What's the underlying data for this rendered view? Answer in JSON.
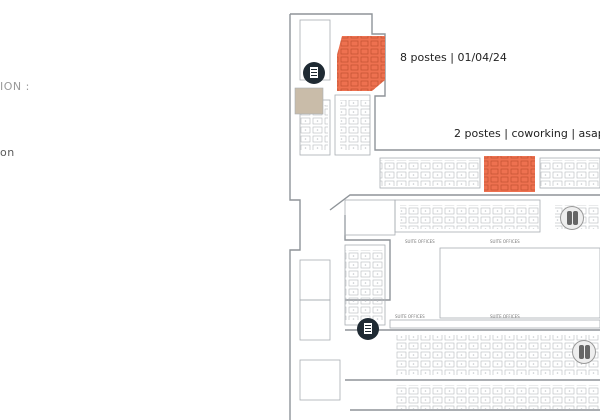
{
  "left_panel": {
    "top_text": "",
    "text_1": "ION :",
    "text_2": "on"
  },
  "callouts": {
    "zone_1": "8 postes | 01/04/24",
    "zone_2": "2 postes | coworking | asap"
  },
  "plan_labels": {
    "suite_offices_1": "SUITE OFFICES",
    "suite_offices_2": "SUITE OFFICES",
    "suite_offices_3": "SUITE OFFICES",
    "suite_offices_4": "SUITE OFFICES"
  },
  "colors": {
    "highlight": "#ee7150",
    "highlight_light": "#f7b9a5",
    "wall": "#8f9499",
    "icon_dark": "#1f2a33"
  },
  "icons": {
    "document": "document-icon",
    "restroom": "restroom-icon"
  }
}
